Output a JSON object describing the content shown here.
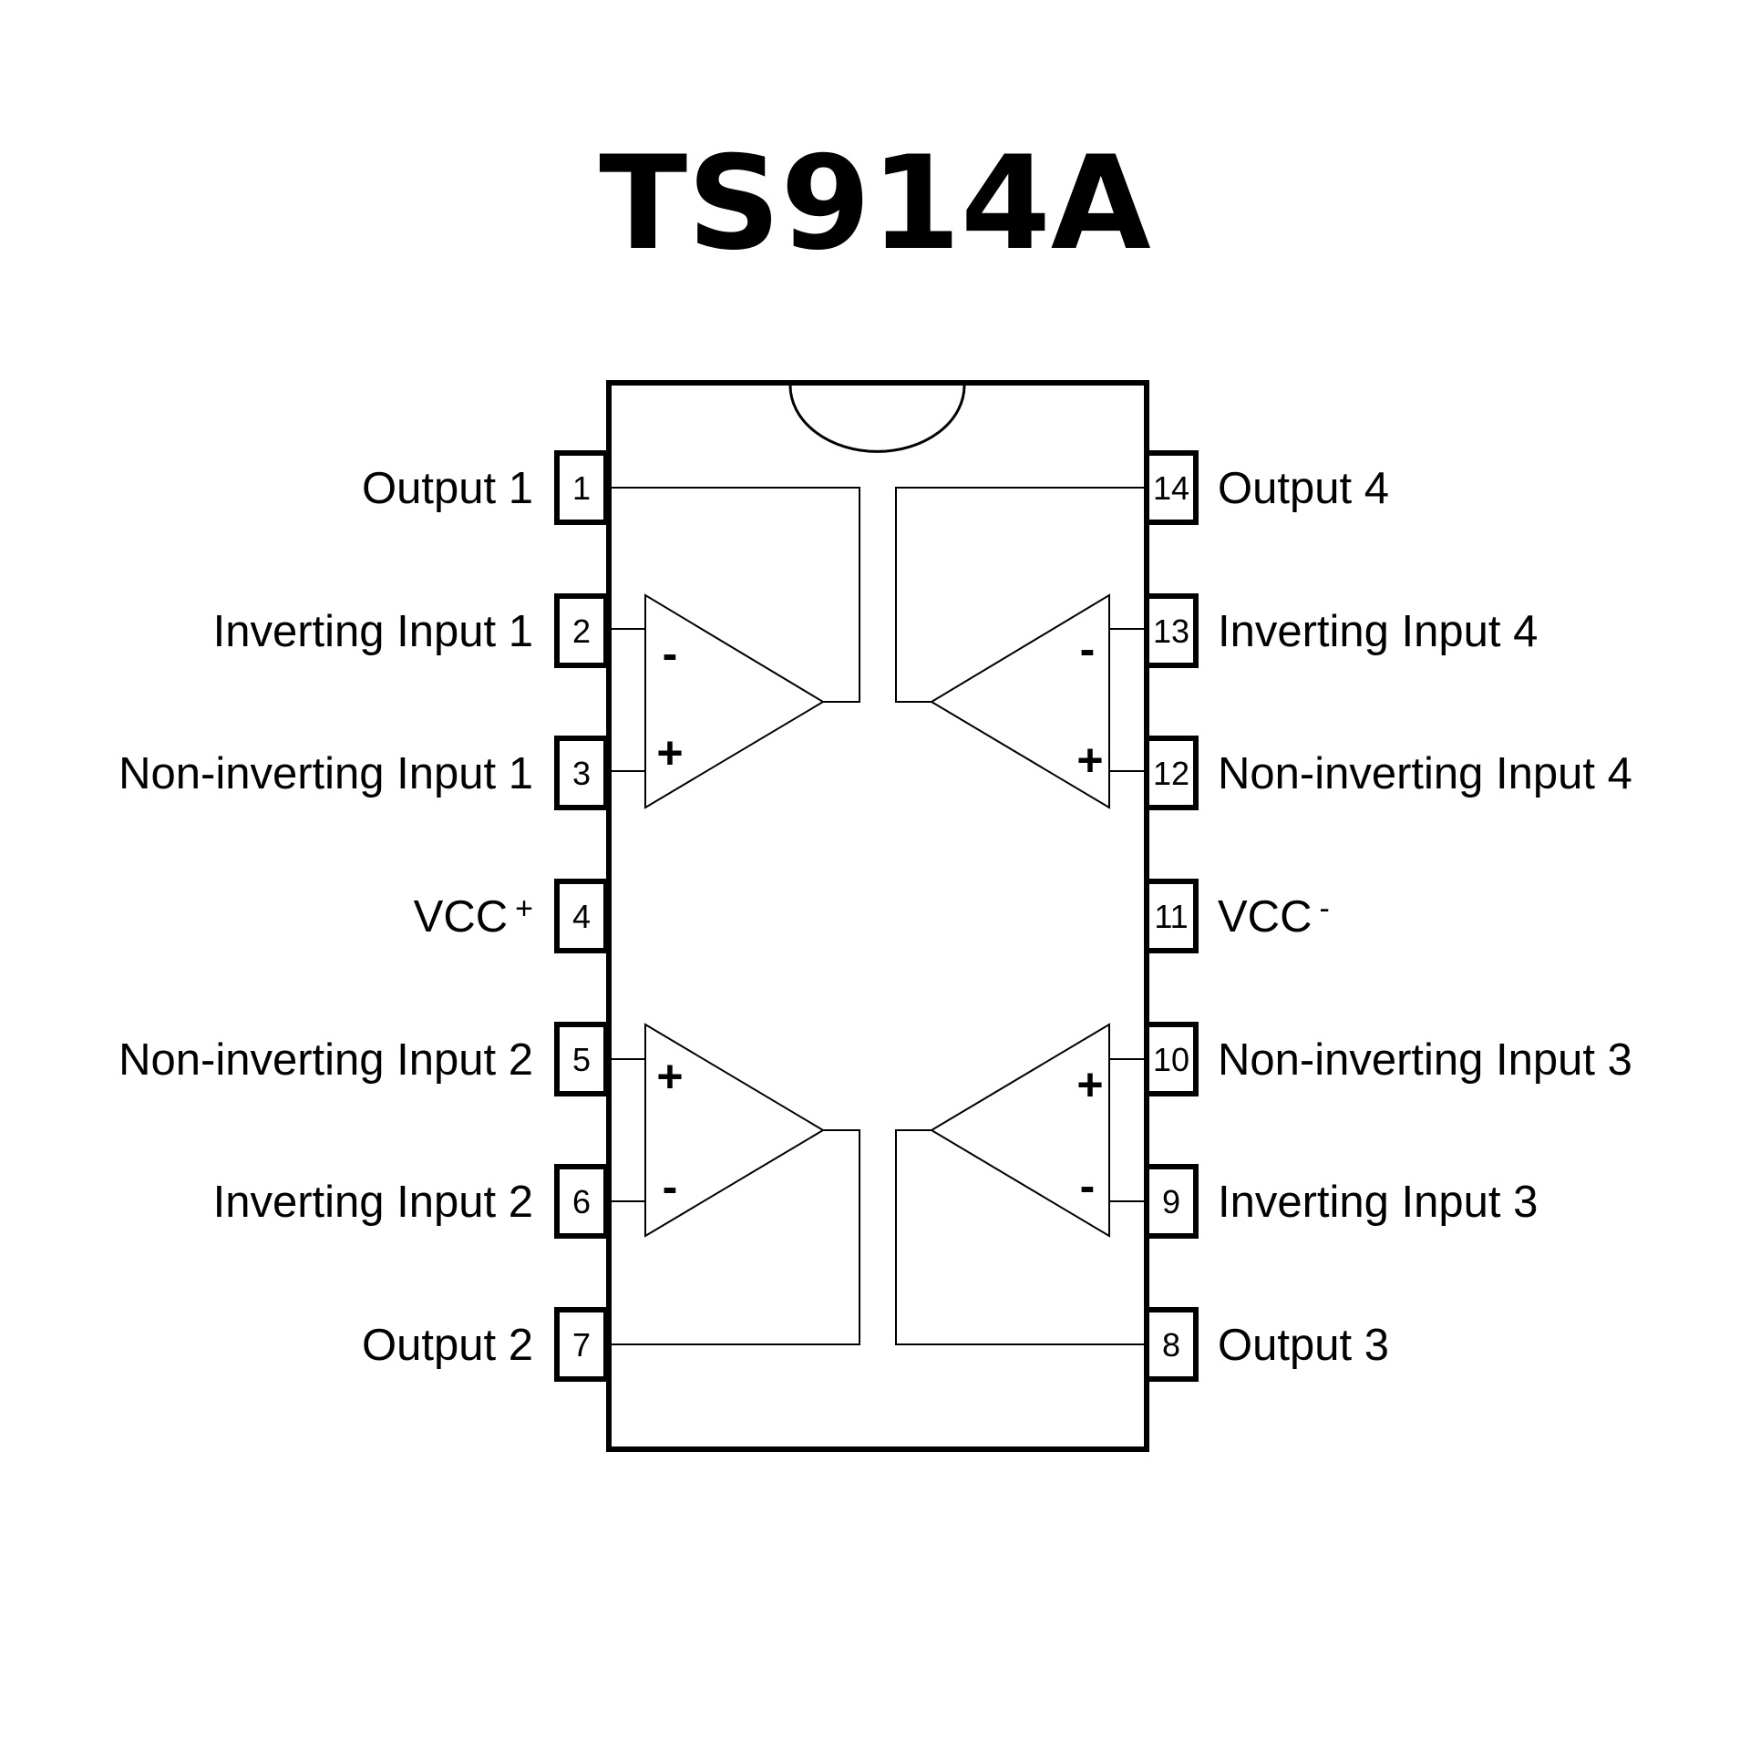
{
  "title": "TS914A",
  "pins": [
    {
      "num": "1",
      "label": "Output 1"
    },
    {
      "num": "2",
      "label": "Inverting Input 1"
    },
    {
      "num": "3",
      "label": "Non-inverting Input 1"
    },
    {
      "num": "4",
      "label": "VCC",
      "sup": "+"
    },
    {
      "num": "5",
      "label": "Non-inverting Input 2"
    },
    {
      "num": "6",
      "label": "Inverting Input 2"
    },
    {
      "num": "7",
      "label": "Output 2"
    },
    {
      "num": "8",
      "label": "Output 3"
    },
    {
      "num": "9",
      "label": "Inverting Input 3"
    },
    {
      "num": "10",
      "label": "Non-inverting Input 3"
    },
    {
      "num": "11",
      "label": "VCC",
      "sup": "-"
    },
    {
      "num": "12",
      "label": "Non-inverting Input 4"
    },
    {
      "num": "13",
      "label": "Inverting Input 4"
    },
    {
      "num": "14",
      "label": "Output 4"
    }
  ],
  "signs": {
    "plus": "+",
    "minus": "-"
  }
}
